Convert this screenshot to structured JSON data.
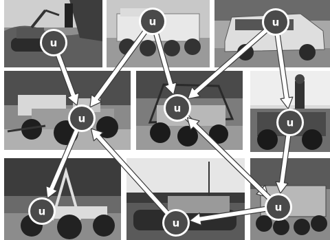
{
  "diagram": {
    "node_label": "U",
    "colors": {
      "node_fill": "#4a4a4a",
      "node_ring": "#ffffff",
      "arrow_fill": "#ffffff",
      "arrow_stroke": "#3a3a3a",
      "photo_bg": "#7a7a7a"
    },
    "nodes": [
      {
        "id": "n1",
        "label": "u",
        "photo": "tracked-robot-arm"
      },
      {
        "id": "n2",
        "label": "u",
        "photo": "six-wheel-utility-vehicle"
      },
      {
        "id": "n3",
        "label": "u",
        "photo": "suv-vehicle"
      },
      {
        "id": "n4",
        "label": "u",
        "photo": "atv-rover-sensors"
      },
      {
        "id": "n5",
        "label": "u",
        "photo": "rollcage-rover"
      },
      {
        "id": "n6",
        "label": "u",
        "photo": "rover-with-operator"
      },
      {
        "id": "n7",
        "label": "u",
        "photo": "frame-wheeled-robot"
      },
      {
        "id": "n8",
        "label": "u",
        "photo": "tracked-tank-vehicle"
      },
      {
        "id": "n9",
        "label": "u",
        "photo": "six-wheel-cargo-vehicle"
      }
    ],
    "edges": [
      {
        "from": "n1",
        "to": "n4"
      },
      {
        "from": "n2",
        "to": "n4"
      },
      {
        "from": "n2",
        "to": "n5"
      },
      {
        "from": "n3",
        "to": "n5"
      },
      {
        "from": "n3",
        "to": "n6"
      },
      {
        "from": "n4",
        "to": "n7"
      },
      {
        "from": "n8",
        "to": "n4"
      },
      {
        "from": "n5",
        "to": "n9"
      },
      {
        "from": "n9",
        "to": "n5"
      },
      {
        "from": "n6",
        "to": "n9"
      },
      {
        "from": "n9",
        "to": "n8"
      }
    ]
  }
}
